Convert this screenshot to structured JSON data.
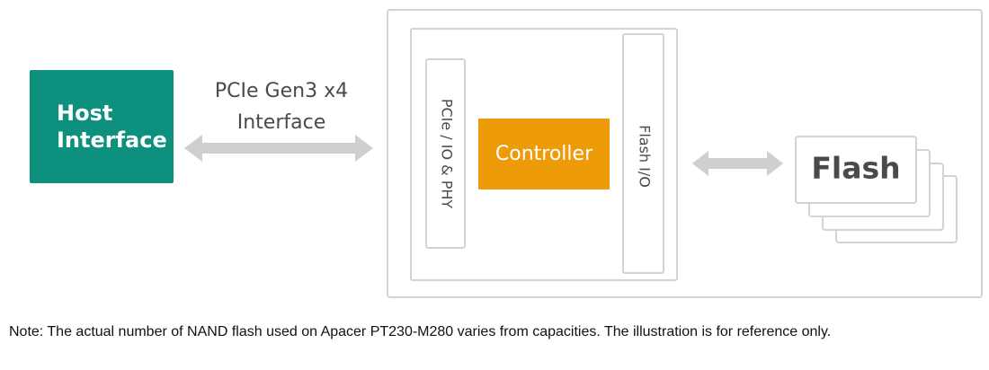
{
  "diagram": {
    "host_interface": {
      "line1": "Host",
      "line2": "Interface"
    },
    "interface_label": {
      "line1": "PCIe Gen3 x4",
      "line2": "Interface"
    },
    "pcie_phy_label": "PCIe / IO & PHY",
    "controller_label": "Controller",
    "flash_io_label": "Flash I/O",
    "flash_label": "Flash"
  },
  "note": "Note: The actual number of NAND flash used on Apacer PT230-M280 varies from capacities. The illustration is for reference only.",
  "colors": {
    "host_box": "#0e907f",
    "controller_box": "#ee9b0a",
    "outline": "#d3d3d3",
    "arrow": "#cfcfcf",
    "label_text": "#4a4a4a"
  }
}
